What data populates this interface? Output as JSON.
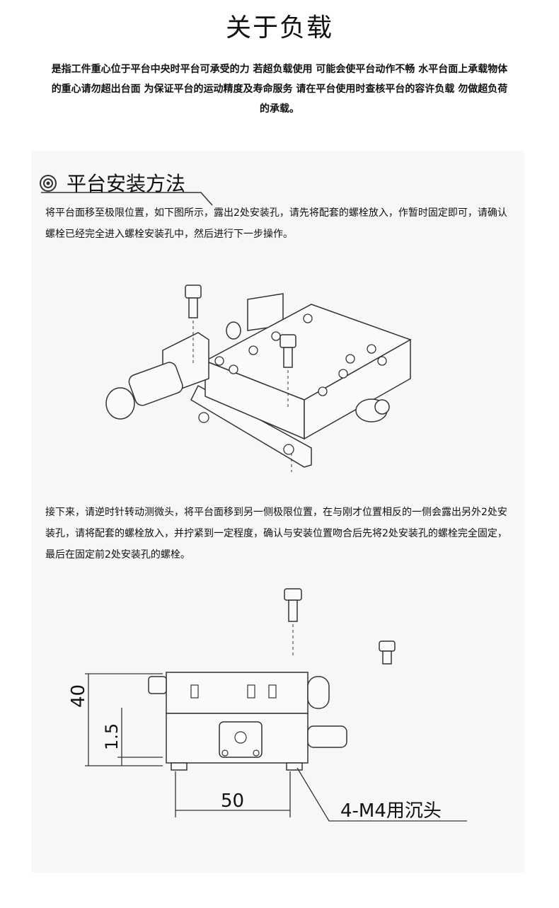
{
  "page_title": "关于负载",
  "intro_text": "是指工件重心位于平台中央时平台可承受的力 若超负载使用 可能会使平台动作不畅 水平台面上承载物体的重心请勿超出台面 为保证平台的运动精度及寿命服务 请在平台使用时查核平台的容许负载 勿做超负荷的承载。",
  "section": {
    "title": "平台安装方法",
    "icon": "target-bullet-icon"
  },
  "paragraph_1": "将平台面移至极限位置，如下图所示，露出2处安装孔，请先将配套的螺栓放入，作暂时固定即可，请确认螺栓已经完全进入螺栓安装孔中，然后进行下一步操作。",
  "paragraph_2": "接下来，请逆时针转动测微头，将平台面移到另一侧极限位置，在与刚才位置相反的一侧会露出另外2处安装孔，请将配套的螺栓放入，并拧紧到一定程度，确认与安装位置吻合后先将2处安装孔的螺栓完全固定，最后在固定前2处安装孔的螺栓。",
  "drawing": {
    "dim_height": "40",
    "dim_offset": "1.5",
    "dim_width": "50",
    "hole_callout": "4-M4用沉头"
  }
}
